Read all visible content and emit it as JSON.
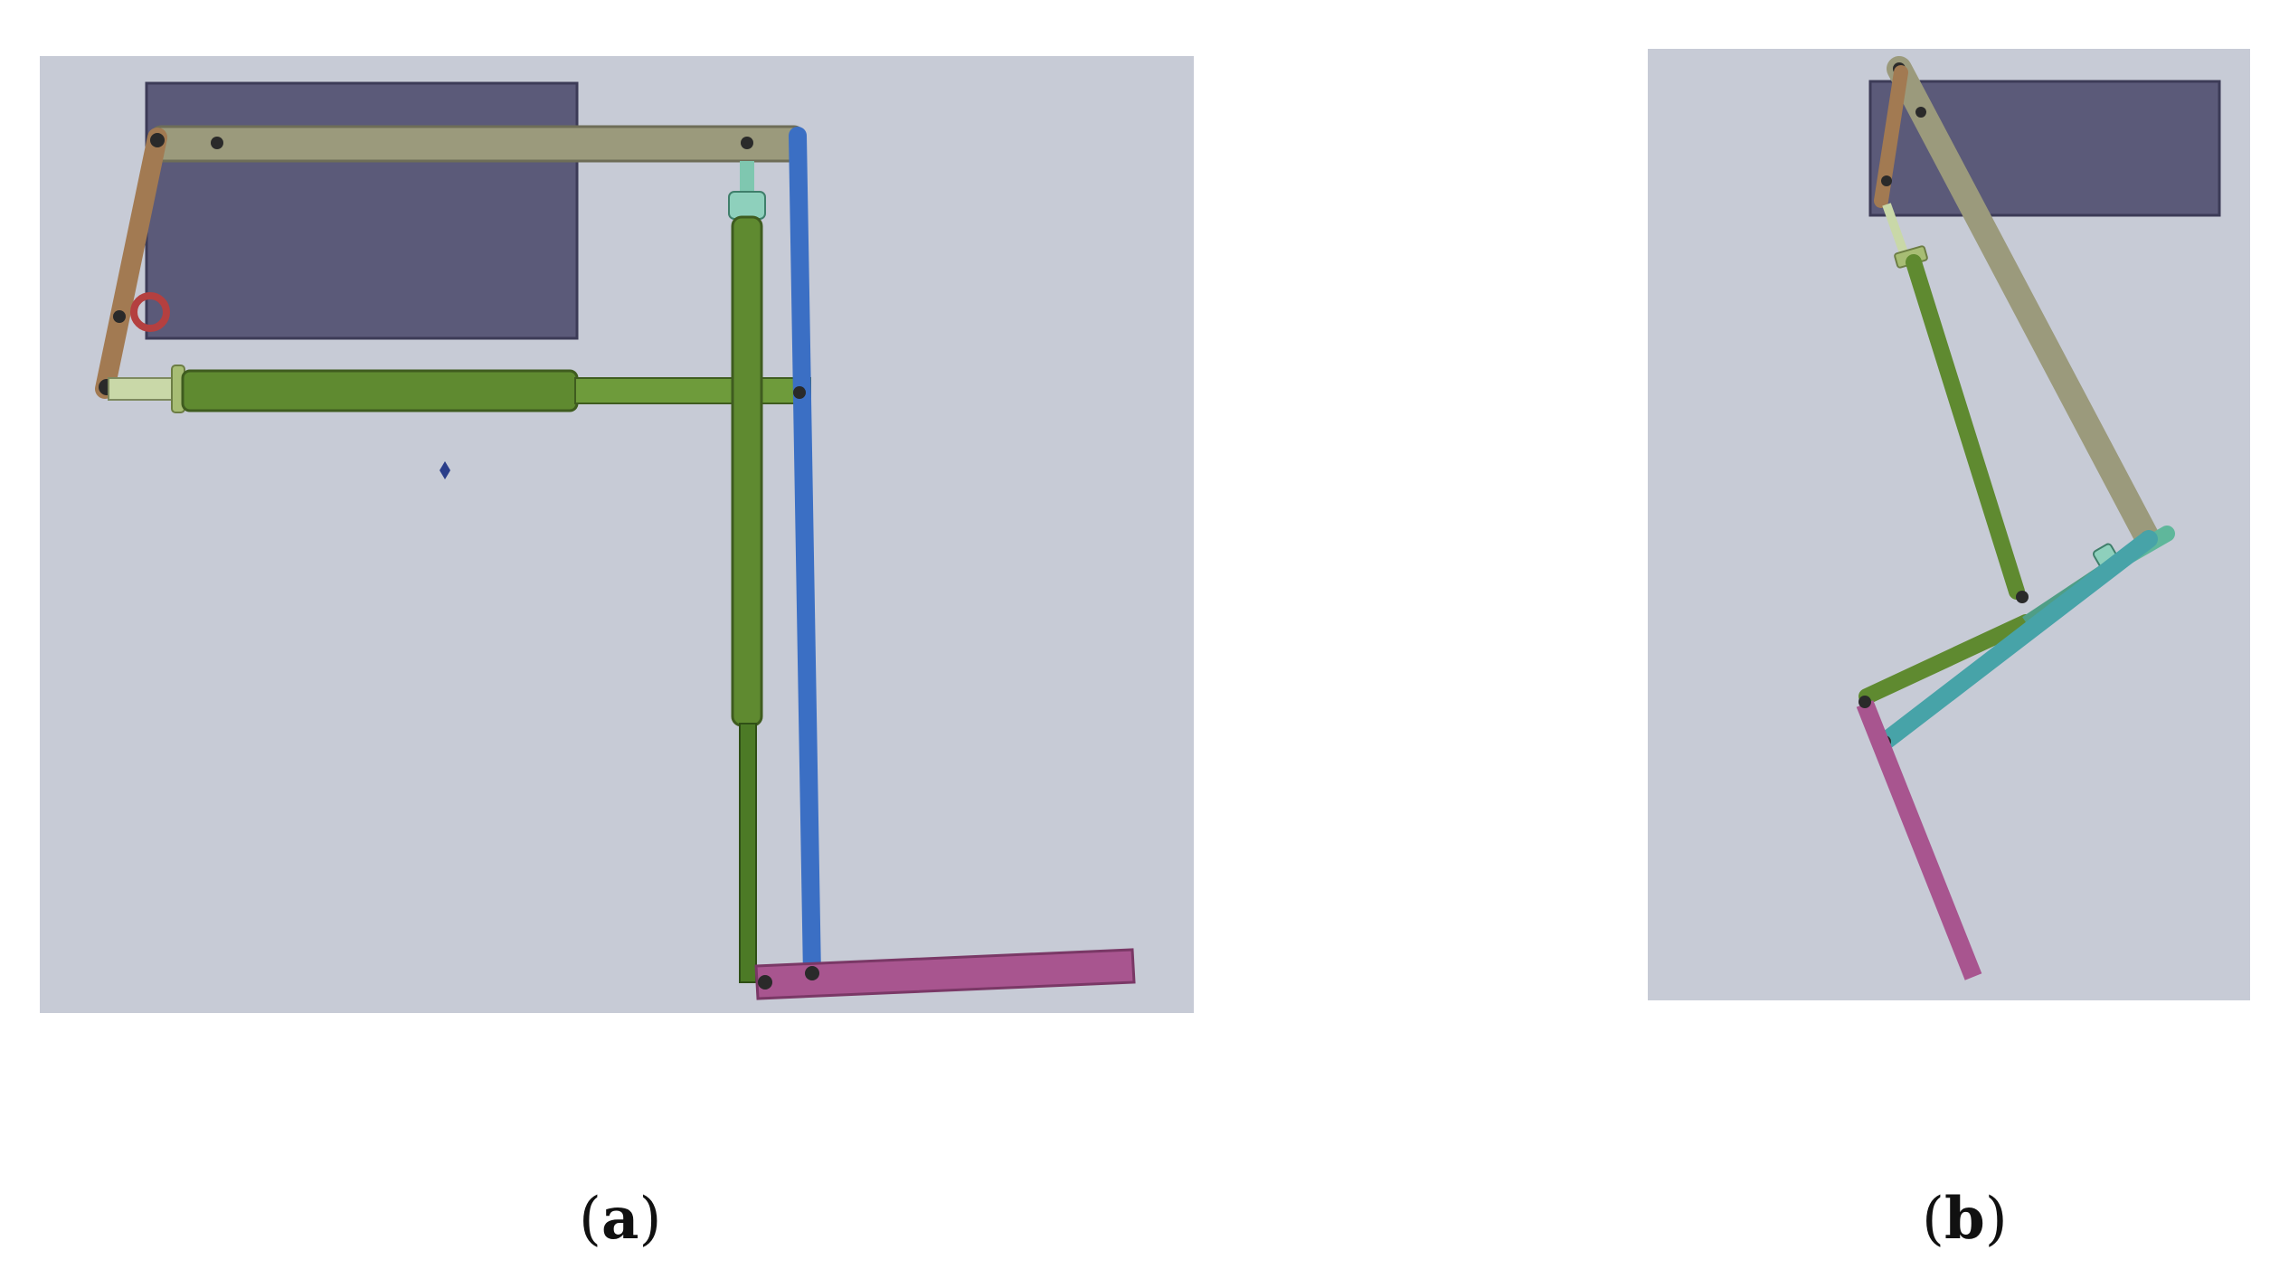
{
  "figure": {
    "panels": [
      {
        "id": "a",
        "caption_open": "(",
        "caption_letter": "a",
        "caption_close": ")"
      },
      {
        "id": "b",
        "caption_open": "(",
        "caption_letter": "b",
        "caption_close": ")"
      }
    ]
  },
  "colors": {
    "background": "#ffffff",
    "viewport": "#c7cbd6",
    "base_block": "#5b5a79",
    "upper_link": "#9b9a7c",
    "short_link": "#a27a52",
    "actuator_body": "#5f8a30",
    "actuator_rod": "#c9d8a8",
    "piston_body": "#4f9e86",
    "blue_link": "#3b6fc4",
    "teal_link": "#47a3a8",
    "foot_link": "#a8558f",
    "gripper": "#b44040",
    "joint": "#2a2a2a"
  }
}
